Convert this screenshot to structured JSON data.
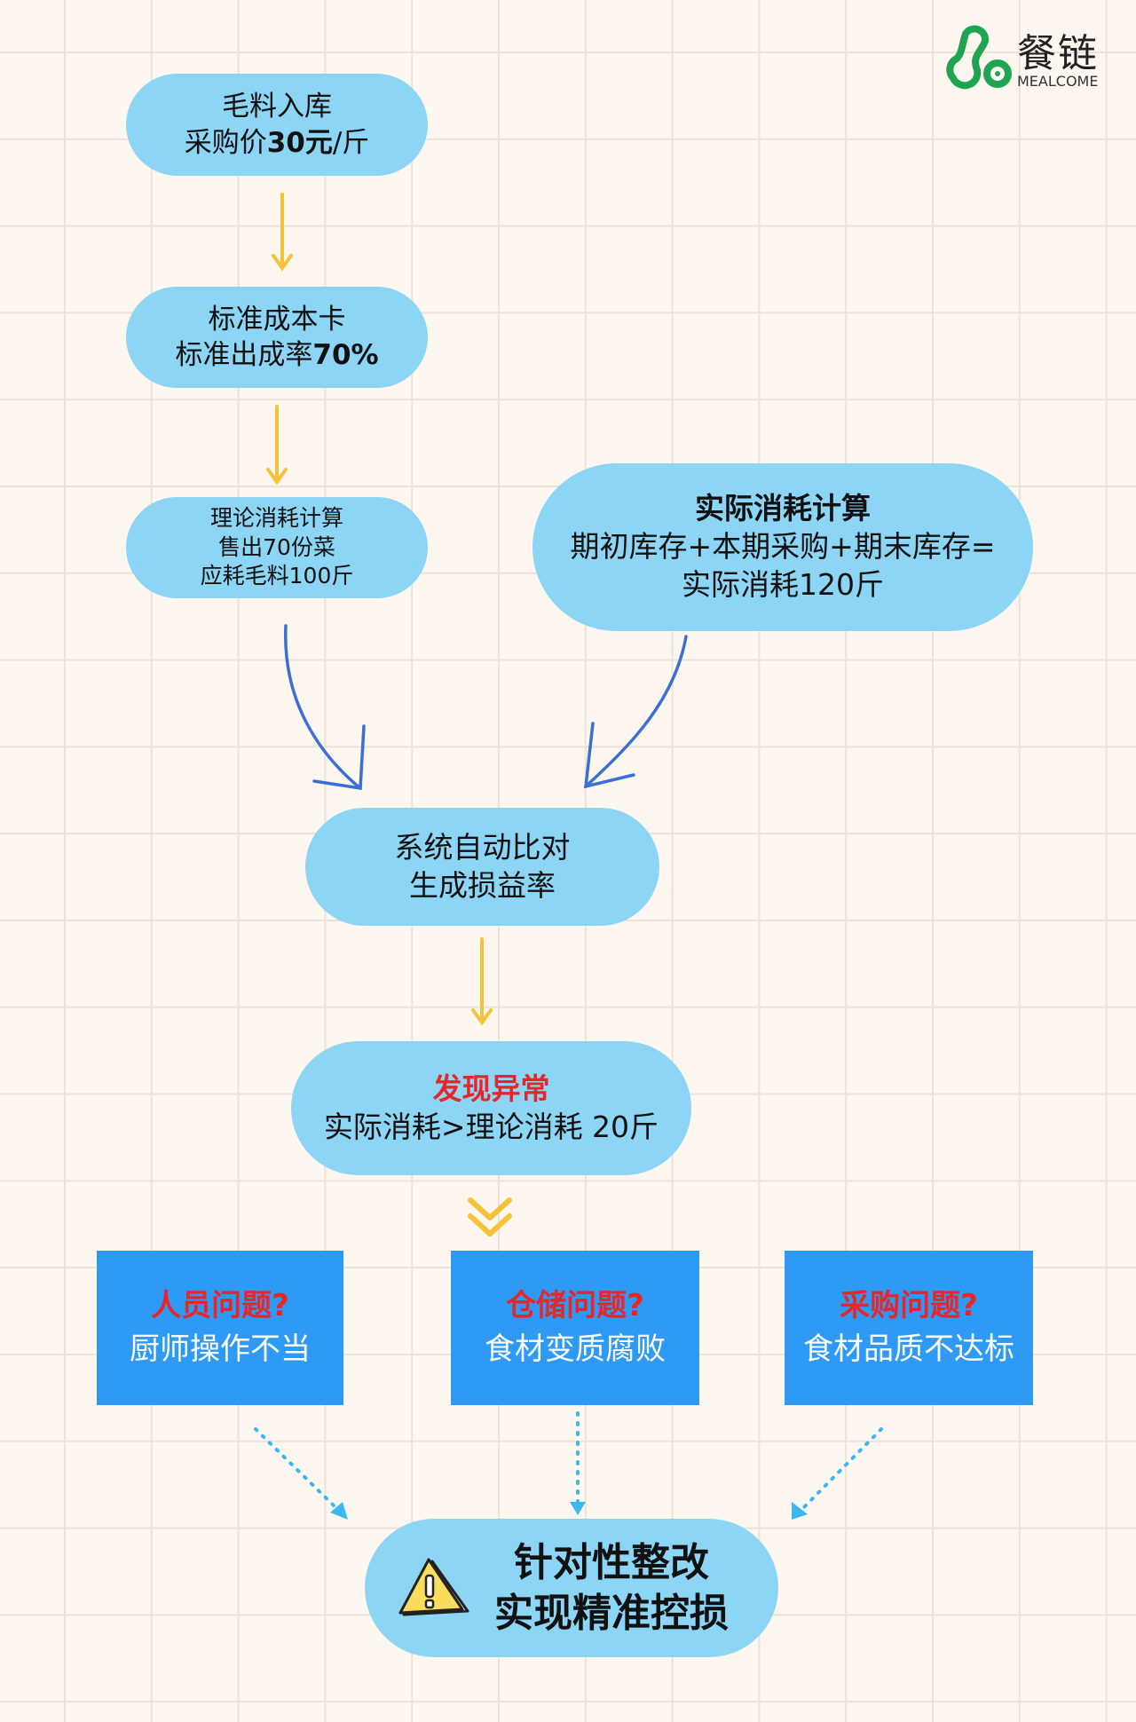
{
  "logo": {
    "name_cn": "餐链",
    "name_en": "MEALCOME"
  },
  "nodes": {
    "stock_in": {
      "line1": "毛料入库",
      "line2_prefix": "采购价",
      "line2_bold": "30元",
      "line2_suffix": "/斤"
    },
    "standard_card": {
      "line1": "标准成本卡",
      "line2_prefix": "标准出成率",
      "line2_bold": "70%"
    },
    "theory": {
      "line1": "理论消耗计算",
      "line2": "售出70份菜",
      "line3": "应耗毛料100斤"
    },
    "actual": {
      "title": "实际消耗计算",
      "line2": "期初库存+本期采购+期末库存=",
      "line3": "实际消耗120斤"
    },
    "compare": {
      "line1": "系统自动比对",
      "line2": "生成损益率"
    },
    "anomaly": {
      "title": "发现异常",
      "line2": "实际消耗>理论消耗 20斤"
    },
    "result": {
      "line1": "针对性整改",
      "line2": "实现精准控损"
    }
  },
  "causes": [
    {
      "title": "人员问题?",
      "desc": "厨师操作不当"
    },
    {
      "title": "仓储问题?",
      "desc": "食材变质腐败"
    },
    {
      "title": "采购问题?",
      "desc": "食材品质不达标"
    }
  ],
  "colors": {
    "pill": "#8dd5f5",
    "square": "#2e9af5",
    "accent_red": "#e8262a",
    "arrow_yellow": "#f8c13a",
    "arrow_blue": "#3a6fd6",
    "dotted": "#3bb8f0",
    "logo_green": "#1fa552"
  }
}
